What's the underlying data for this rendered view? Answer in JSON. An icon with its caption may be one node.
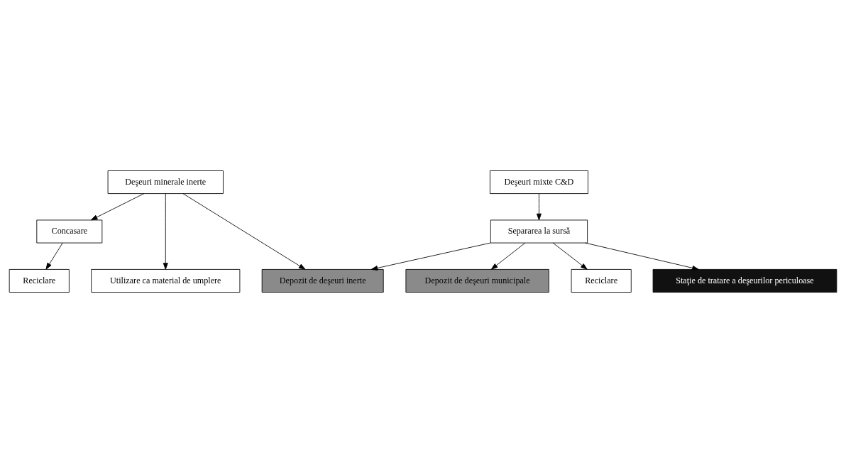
{
  "diagram": {
    "nodes": [
      {
        "text": [
          "Deşeuri minerale inerte"
        ]
      },
      {
        "text": [
          "Concasare"
        ]
      },
      {
        "text": [
          "Reciclare"
        ]
      },
      {
        "text": [
          "Utilizare ca material de umplere"
        ]
      },
      {
        "text": [
          "Depozit de deşeuri inerte"
        ]
      },
      {
        "text": [
          "Deşeuri mixte C&D"
        ]
      },
      {
        "text": [
          "Separarea la sursă"
        ]
      },
      {
        "text": [
          "Depozit de deşeuri municipale"
        ]
      },
      {
        "text": [
          "Reciclare"
        ]
      },
      {
        "text": [
          "Staţie de tratare a deşeurilor periculoase"
        ]
      }
    ],
    "edges": [
      {
        "from": 0,
        "to": 1,
        "arrow": "to"
      },
      {
        "from": 1,
        "to": 2,
        "arrow": "to"
      },
      {
        "from": 0,
        "to": 3,
        "arrow": "to"
      },
      {
        "from": 0,
        "to": 4,
        "arrow": "to"
      },
      {
        "from": 5,
        "to": 6,
        "arrow": "to"
      },
      {
        "from": 6,
        "to": 4,
        "arrow": "to"
      },
      {
        "from": 6,
        "to": 8,
        "arrow": "to"
      },
      {
        "from": 6,
        "to": 9,
        "arrow": "to"
      },
      {
        "from": 6,
        "to": 7,
        "arrow": "to"
      }
    ]
  }
}
